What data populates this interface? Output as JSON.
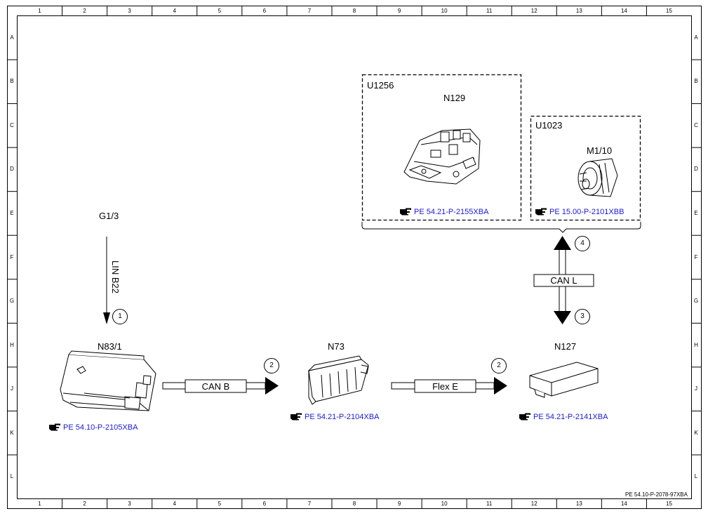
{
  "frame": {
    "columns": [
      "1",
      "2",
      "3",
      "4",
      "5",
      "6",
      "7",
      "8",
      "9",
      "10",
      "11",
      "12",
      "13",
      "14",
      "15"
    ],
    "rows": [
      "A",
      "B",
      "C",
      "D",
      "E",
      "F",
      "G",
      "H",
      "J",
      "K",
      "L"
    ]
  },
  "components": {
    "g1_3": {
      "label": "G1/3"
    },
    "n83_1": {
      "label": "N83/1",
      "ref": "PE 54.10-P-2105XBA"
    },
    "n73": {
      "label": "N73",
      "ref": "PE 54.21-P-2104XBA"
    },
    "n127": {
      "label": "N127",
      "ref": "PE 54.21-P-2141XBA"
    },
    "u1256": {
      "label": "U1256",
      "component": "N129",
      "ref": "PE 54.21-P-2155XBA"
    },
    "u1023": {
      "label": "U1023",
      "component": "M1/10",
      "ref": "PE 15.00-P-2101XBB"
    }
  },
  "buses": {
    "lin": {
      "label": "LIN B22",
      "marker": "1"
    },
    "can_b": {
      "label": "CAN B",
      "marker": "2"
    },
    "flex_e": {
      "label": "Flex E",
      "marker": "2"
    },
    "can_l": {
      "label": "CAN L",
      "marker_up": "4",
      "marker_down": "3"
    }
  },
  "footer": {
    "doc_ref": "PE 54.10-P-2078-97XBA"
  },
  "icons": {
    "reference": "pointing-hand-icon"
  }
}
